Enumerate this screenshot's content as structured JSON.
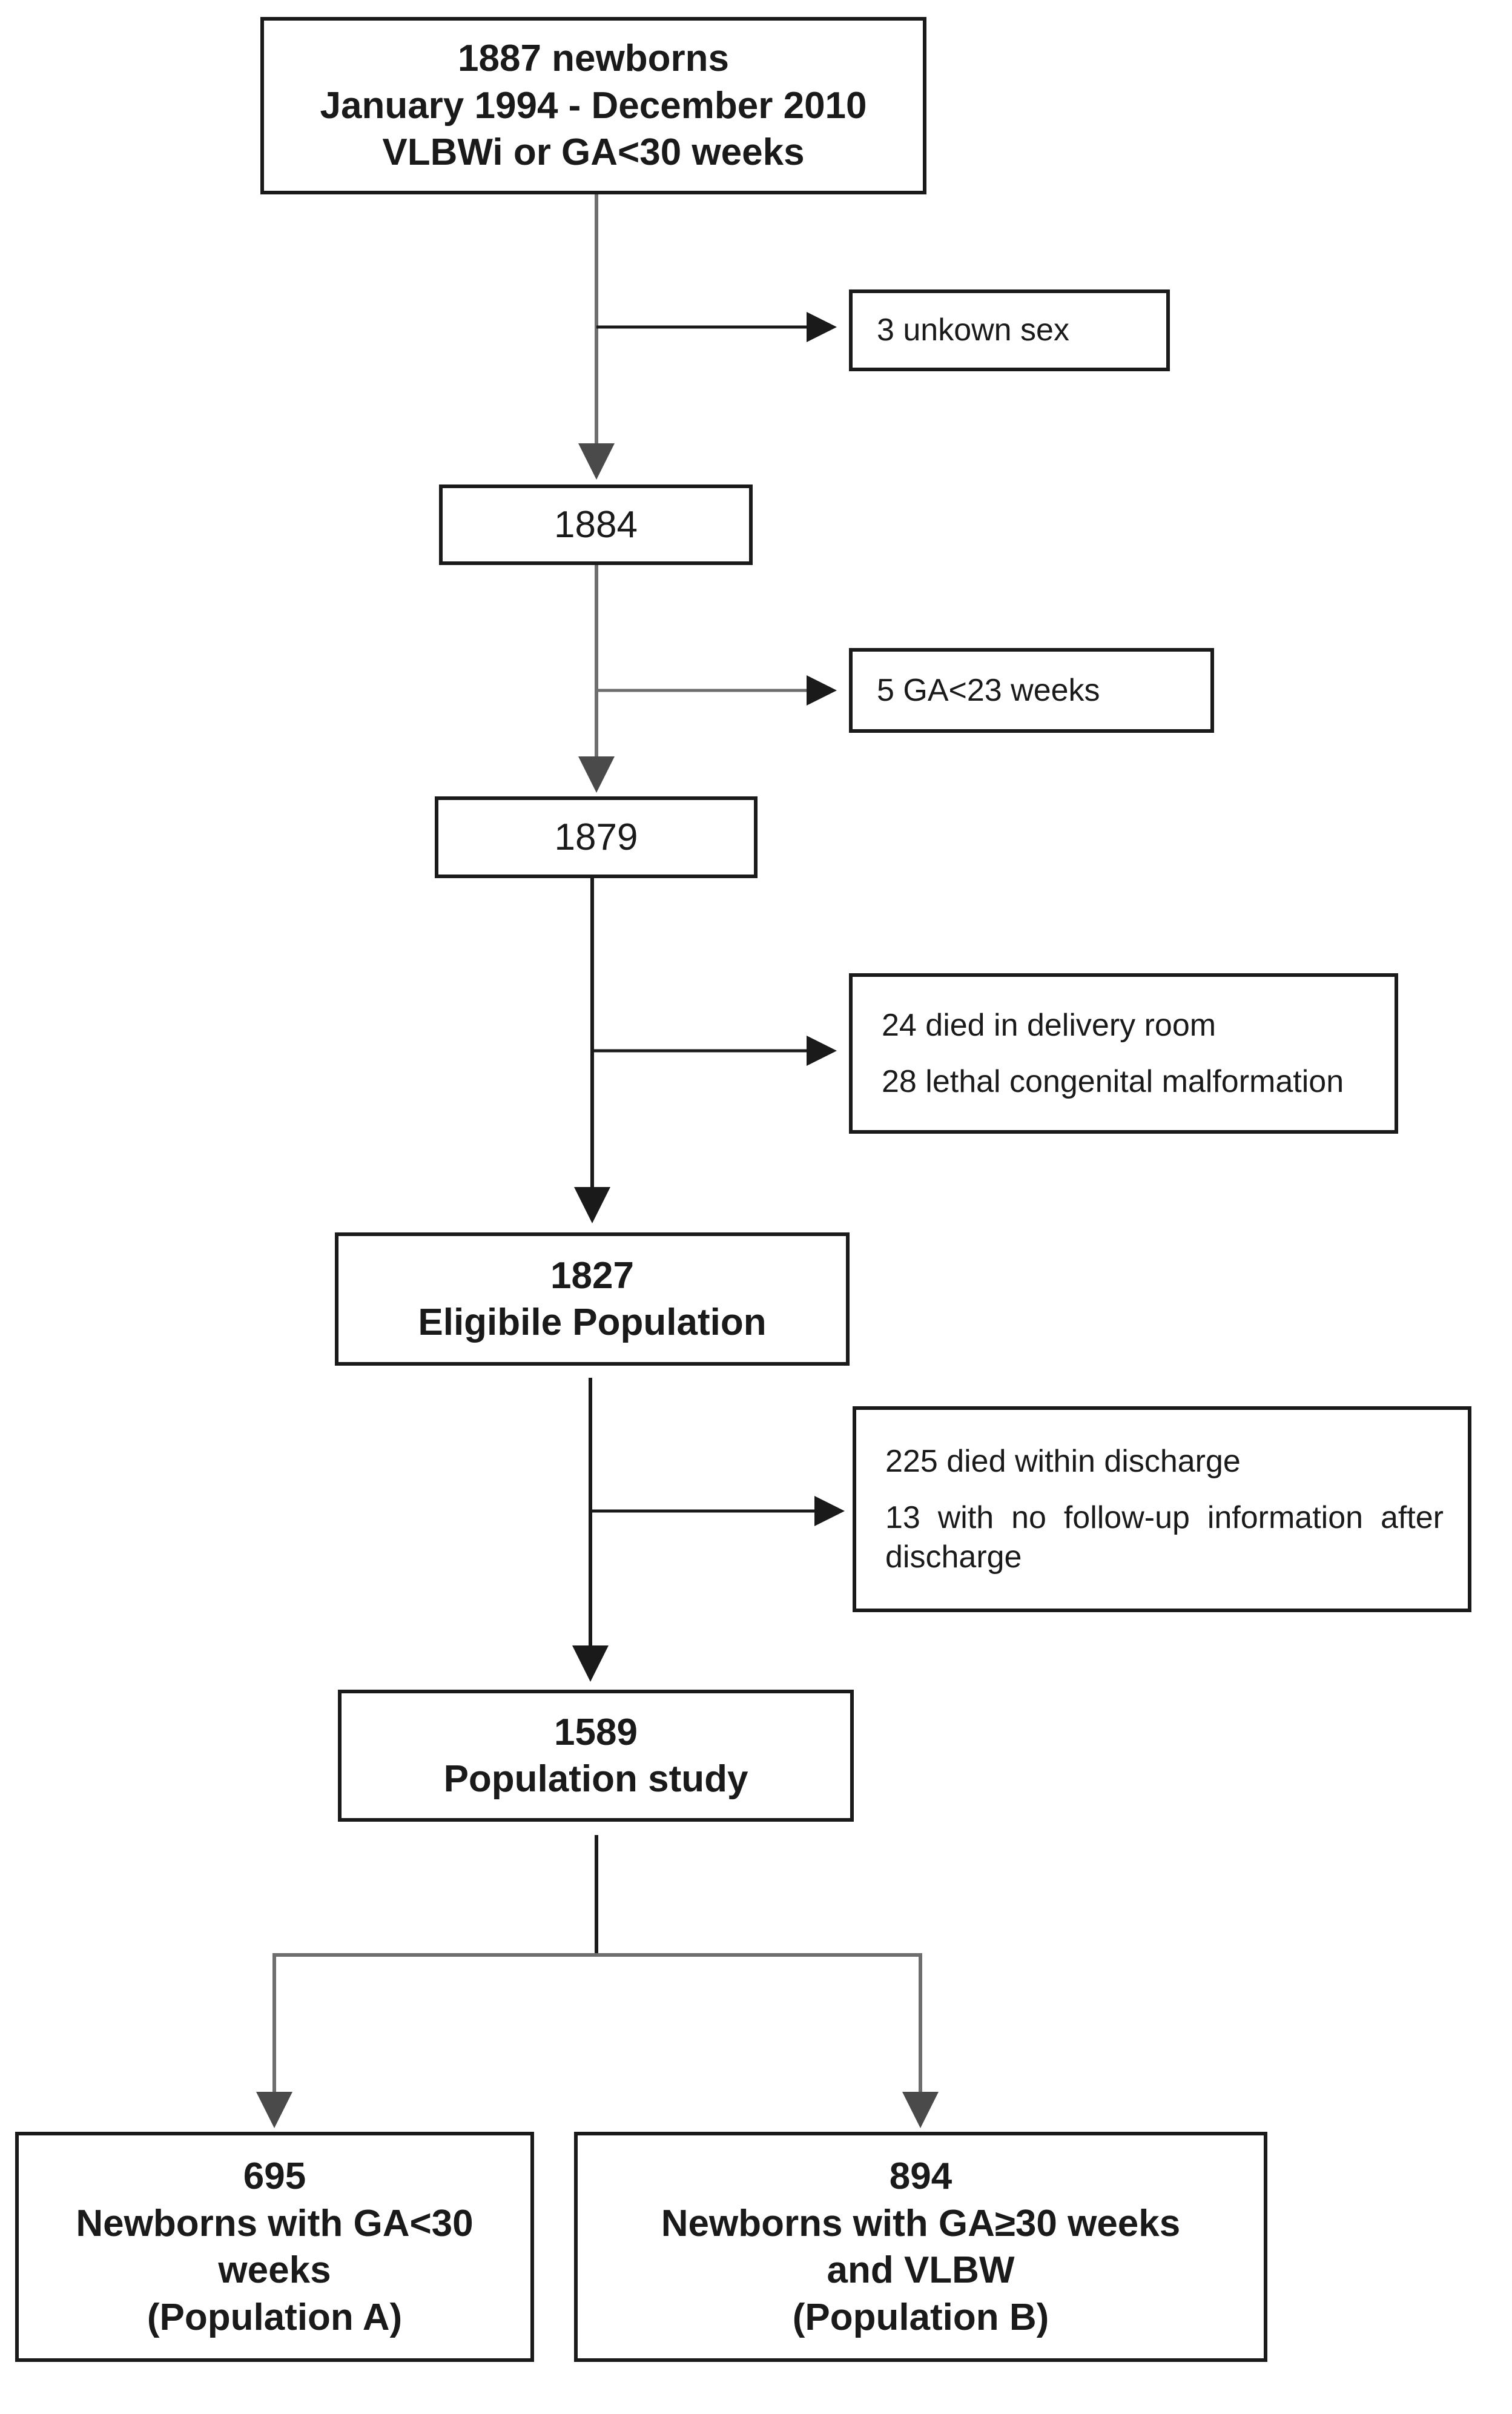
{
  "boxes": {
    "start": {
      "count": "1887 newborns",
      "period": "January 1994 - December 2010",
      "criteria": "VLBWi or GA<30 weeks"
    },
    "after_sex": {
      "count": "1884"
    },
    "after_ga": {
      "count": "1879"
    },
    "eligible": {
      "count": "1827",
      "label": "Eligibile Population"
    },
    "study": {
      "count": "1589",
      "label": "Population study"
    },
    "population_a": {
      "count": "695",
      "line1": "Newborns with GA<30",
      "line2": "weeks",
      "line3": "(Population A)"
    },
    "population_b": {
      "count": "894",
      "line1": "Newborns with GA≥30 weeks",
      "line2": "and VLBW",
      "line3": "(Population B)"
    }
  },
  "exclusions": {
    "unknown_sex": "3 unkown sex",
    "ga_under_23": "5 GA<23 weeks",
    "delivery_room": "24 died in delivery room",
    "malformation": "28 lethal congenital malformation",
    "died_discharge": "225 died within discharge",
    "no_followup": "13 with no follow-up information after discharge"
  },
  "colors": {
    "box_border": "#1a1a1a",
    "line_dark": "#1a1a1a",
    "line_grey": "#6e6e6e",
    "background": "#ffffff"
  }
}
